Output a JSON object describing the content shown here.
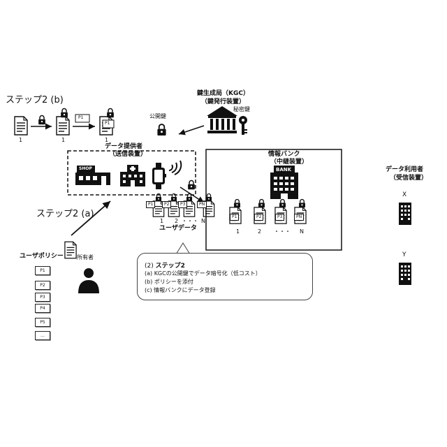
{
  "step2b": {
    "title": "ステップ2 (b)",
    "doc1_label": "1",
    "doc2_label": "1",
    "doc3_label": "1",
    "tag_p1": "P1"
  },
  "kgc": {
    "title": "鍵生成局（KGC）",
    "subtitle": "（鍵発行装置）",
    "secret_key": "秘密鍵",
    "public_key": "公開鍵"
  },
  "provider": {
    "title": "データ提供者",
    "subtitle": "（送信装置）",
    "shop": "SHOP"
  },
  "step2a": {
    "title": "ステップ2 (a)"
  },
  "user_data": {
    "label": "ユーザデータ",
    "tags": [
      "P1",
      "P2",
      "P3",
      "PN"
    ],
    "index": [
      "1",
      "2",
      "・・・",
      "N"
    ]
  },
  "bank": {
    "title": "情報バンク",
    "subtitle": "（中継装置）",
    "building_label": "BANK",
    "tags": [
      "P1",
      "P2",
      "P3",
      "PN"
    ],
    "index": [
      "1",
      "2",
      "・・・",
      "N"
    ]
  },
  "consumer": {
    "title": "データ利用者",
    "subtitle": "（受信装置）",
    "x_label": "X",
    "y_label": "Y"
  },
  "policy": {
    "title": "ユーザポリシー",
    "owner": "所有者",
    "items": [
      "P1",
      "P2",
      "P3",
      "P4",
      "P5",
      "…"
    ]
  },
  "note": {
    "title_prefix": "(2) ",
    "title": "ステップ2",
    "line_a": "(a) KGCの公開鍵でデータ暗号化（低コスト）",
    "line_b": "(b) ポリシーを添付",
    "line_c": "(c) 情報バンクにデータ登録"
  }
}
